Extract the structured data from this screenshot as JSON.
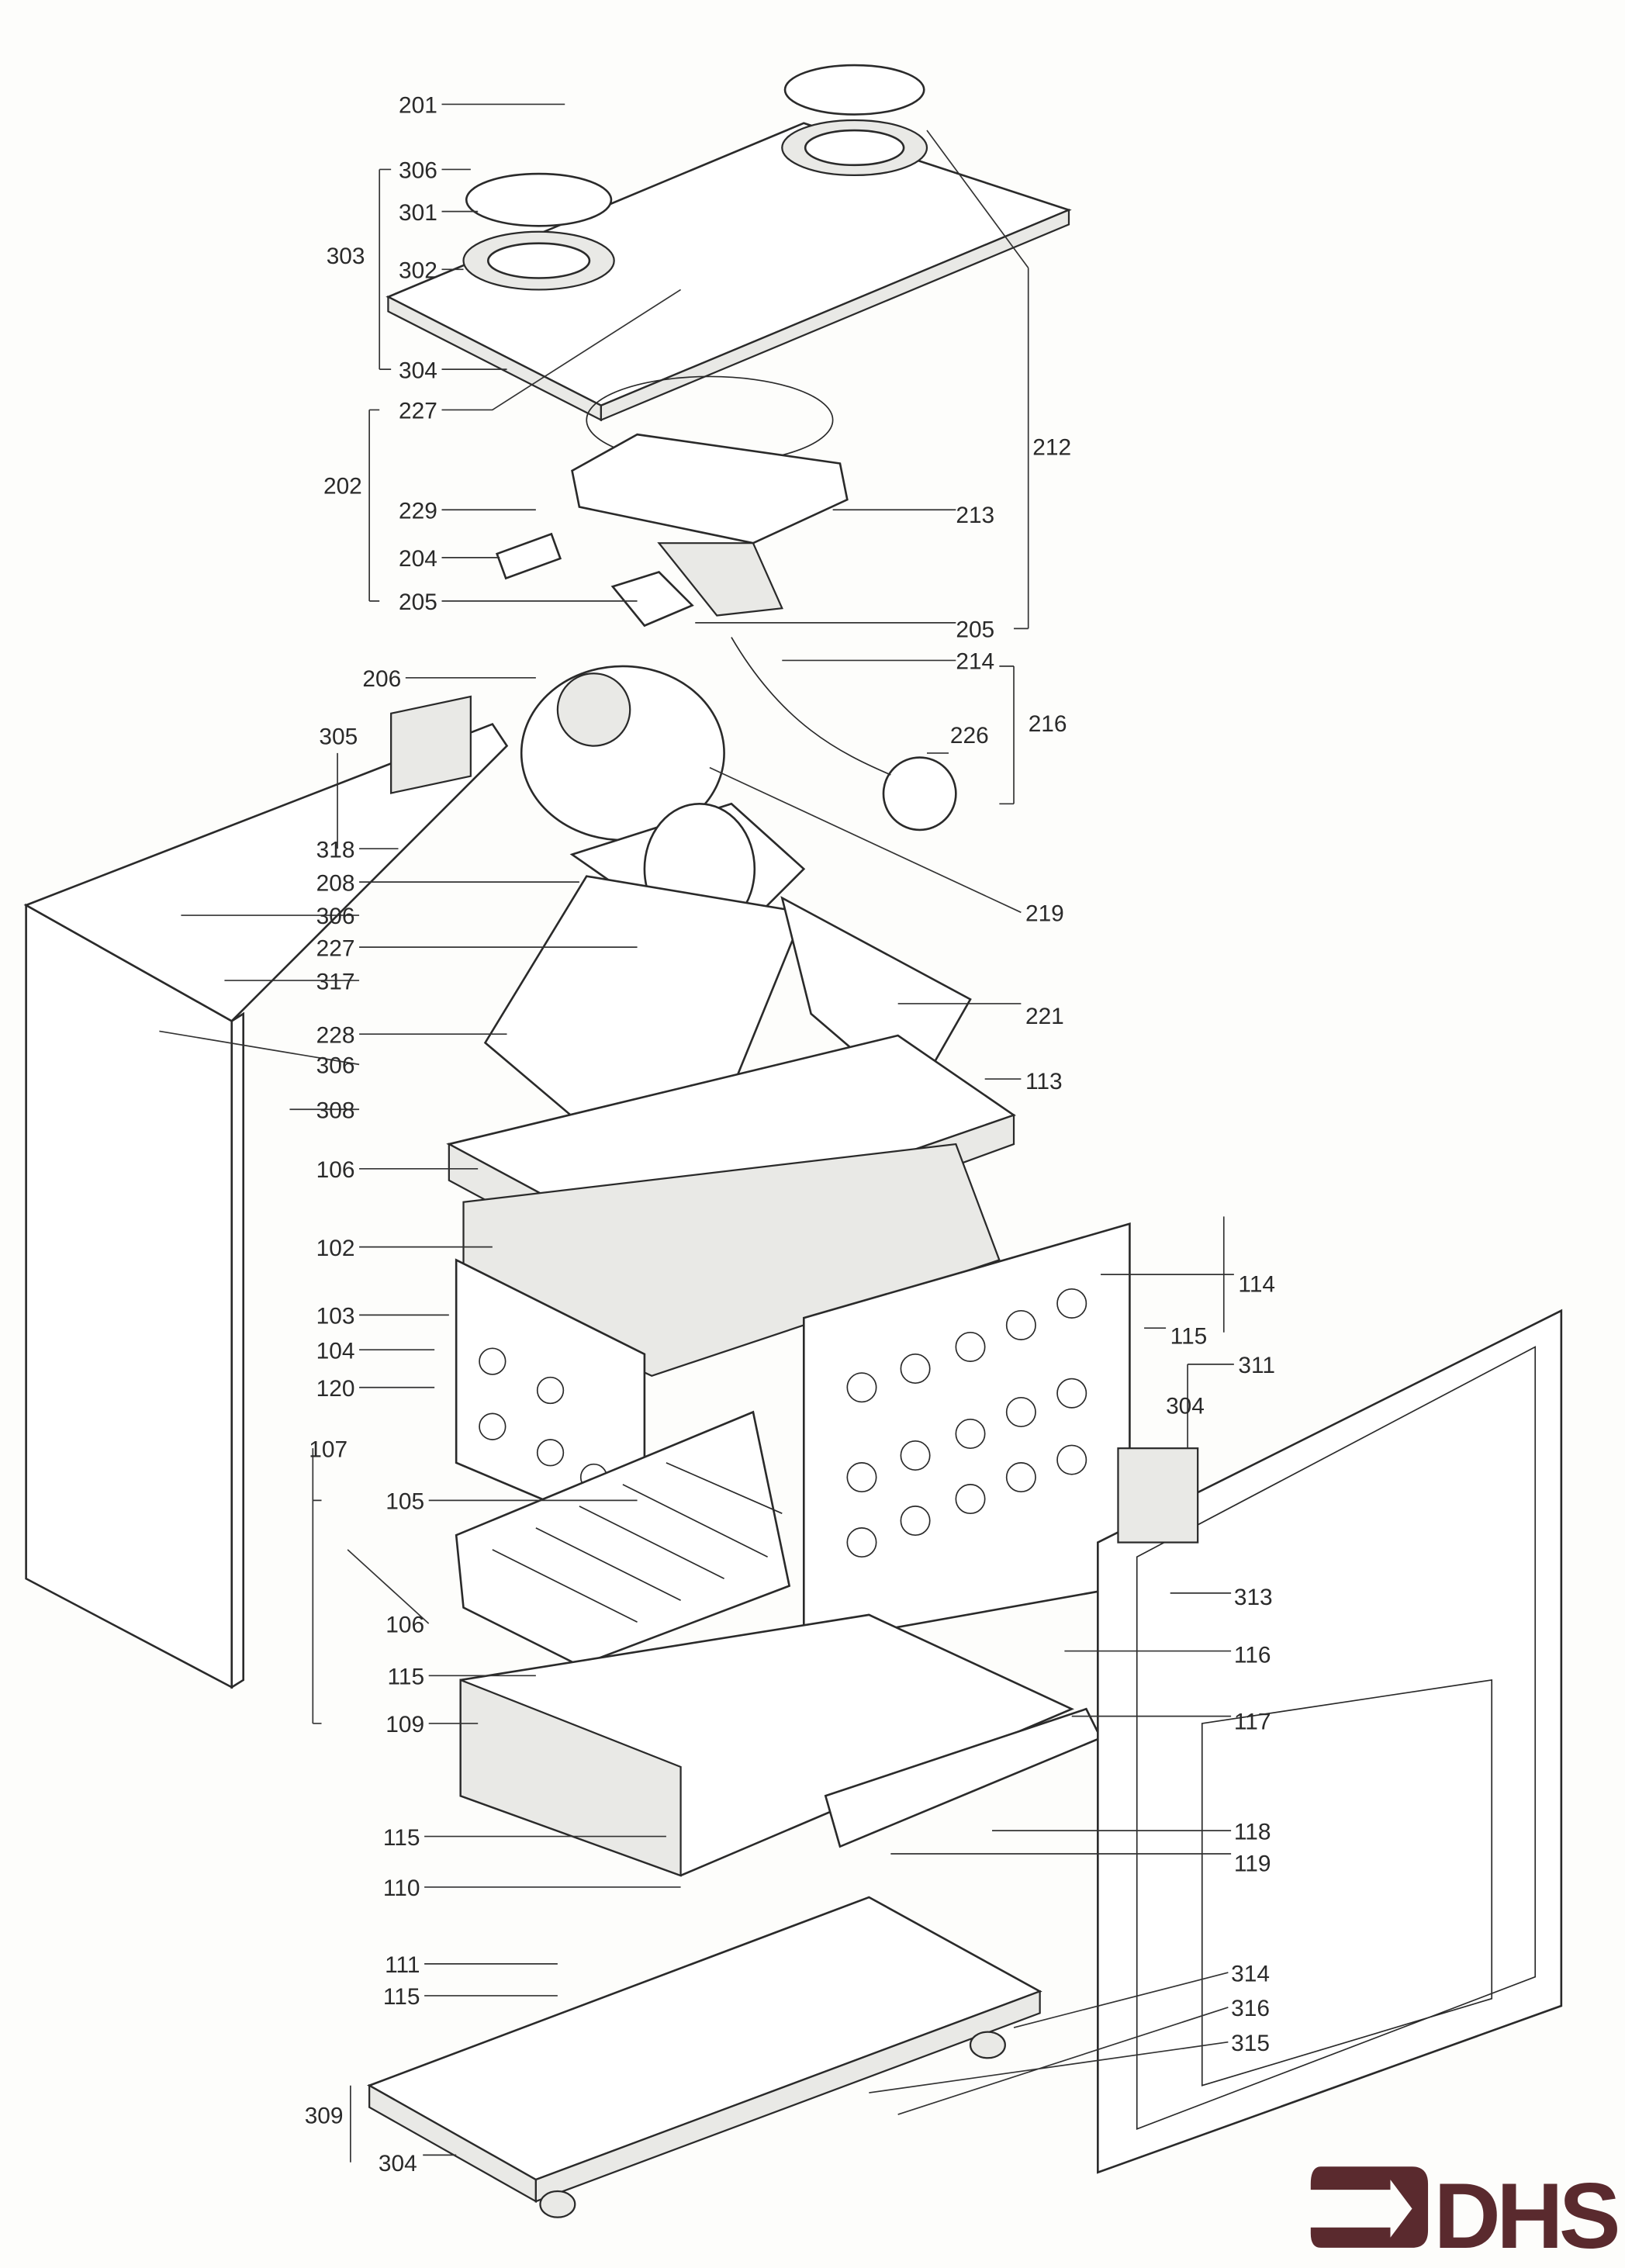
{
  "diagram": {
    "type": "exploded-parts-diagram",
    "labels": [
      "201",
      "306",
      "301",
      "302",
      "303",
      "304",
      "227",
      "202",
      "229",
      "204",
      "205",
      "206",
      "305",
      "318",
      "208",
      "306",
      "227",
      "317",
      "228",
      "306",
      "308",
      "106",
      "102",
      "103",
      "104",
      "120",
      "107",
      "105",
      "106",
      "115",
      "109",
      "115",
      "110",
      "111",
      "115",
      "309",
      "304",
      "212",
      "213",
      "205",
      "214",
      "216",
      "226",
      "219",
      "221",
      "113",
      "114",
      "115",
      "311",
      "304",
      "313",
      "116",
      "117",
      "118",
      "119",
      "314",
      "316",
      "315"
    ],
    "logo_text": "DHS",
    "colors": {
      "logo": "#5a2a2e",
      "ink": "#2a2a2a",
      "paper": "#fdfdfb"
    }
  }
}
